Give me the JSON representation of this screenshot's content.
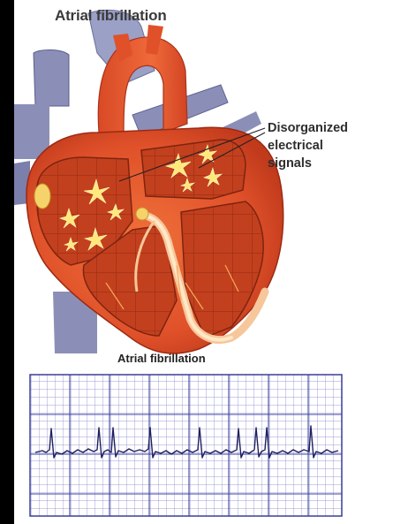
{
  "diagram": {
    "title": "Atrial fibrillation",
    "callout_lines": [
      "Disorganized",
      "electrical",
      "signals"
    ],
    "ecg_title": "Atrial fibrillation"
  },
  "colors": {
    "background": "#000000",
    "vessel_blue": "#8b8fb8",
    "heart_red": "#e0512a",
    "chamber_dark": "#b5361c",
    "spark_yellow": "#ffe97a",
    "ecg_grid": "#4b4fa8",
    "ecg_trace": "#202060"
  }
}
